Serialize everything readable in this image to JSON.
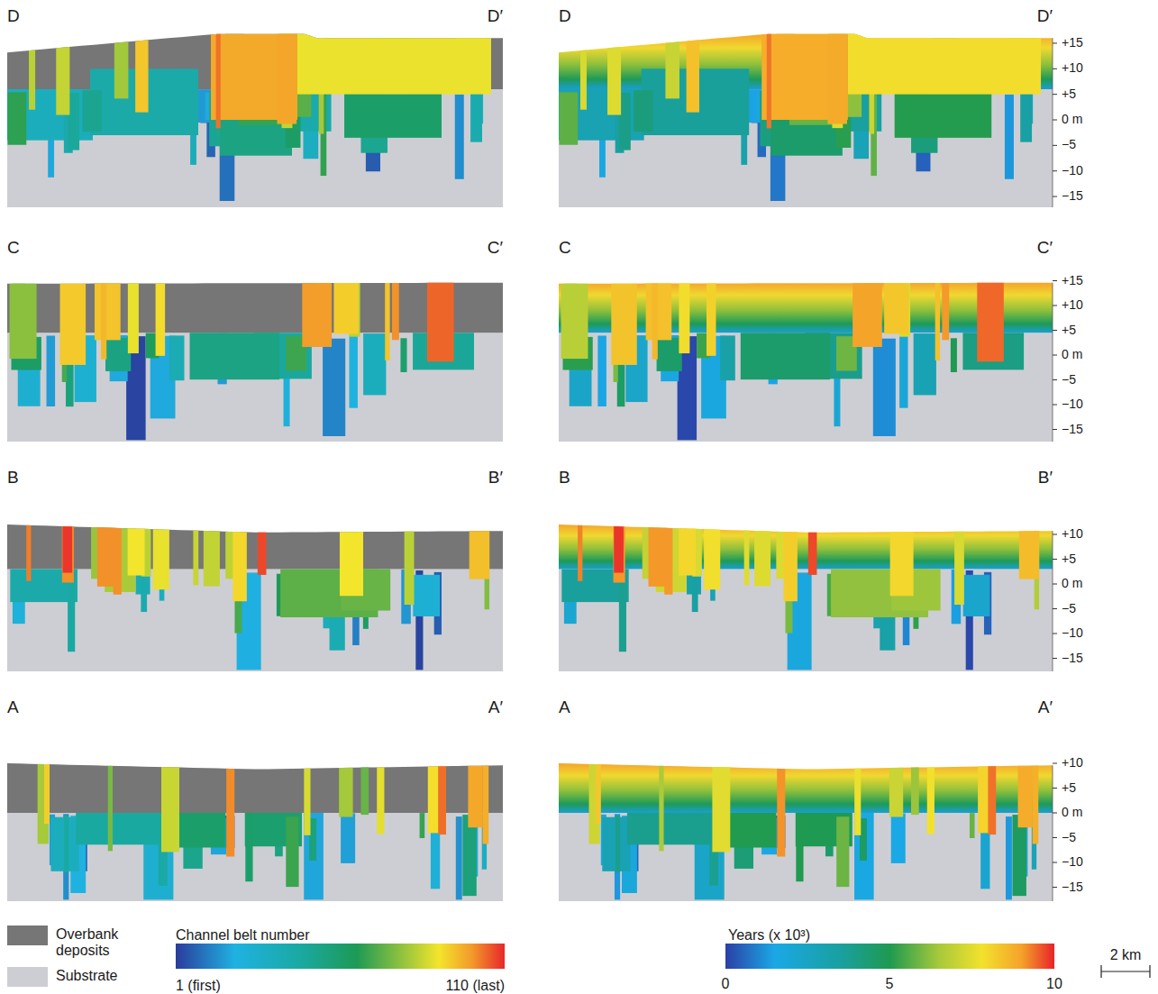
{
  "diagram": {
    "labels": [
      "D",
      "D′",
      "D",
      "D′",
      "+15",
      "+10",
      "+5",
      "0 m",
      "−5",
      "−10",
      "−15",
      "C",
      "C′",
      "C",
      "C′",
      "+15",
      "+10",
      "+5",
      "0 m",
      "−5",
      "−10",
      "−15",
      "B",
      "B′",
      "B",
      "B′",
      "+10",
      "+5",
      "0 m",
      "−5",
      "−10",
      "−15",
      "A",
      "A′",
      "A",
      "A′",
      "+10",
      "+5",
      "0 m",
      "−5",
      "−10",
      "−15",
      "Channel belt number",
      "1 (first)",
      "110 (last)",
      "Years (x 10³)",
      "0",
      "5",
      "10",
      "2 km"
    ],
    "legend": [
      {
        "text": "Overbank deposits",
        "color": "#767676"
      },
      {
        "text": "Substrate",
        "color": "#cdced3"
      }
    ]
  }
}
